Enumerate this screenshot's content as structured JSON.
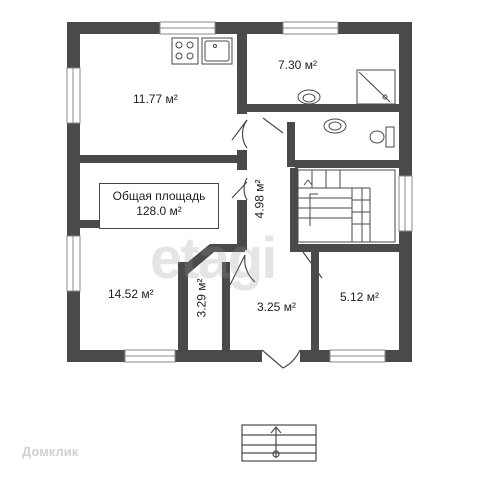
{
  "rooms": {
    "r1": "11.77 м²",
    "r2": "7.30 м²",
    "r3": "4.98 м²",
    "r4": "14.52 м²",
    "r5": "3.29 м²",
    "r6": "3.25 м²",
    "r7": "5.12 м²"
  },
  "total": {
    "label": "Общая площадь",
    "value": "128.0 м²"
  },
  "watermark": {
    "main": "etagi",
    "source": "Домклик"
  },
  "colors": {
    "wall": "#4a4a4a",
    "window": "#ffffff"
  }
}
